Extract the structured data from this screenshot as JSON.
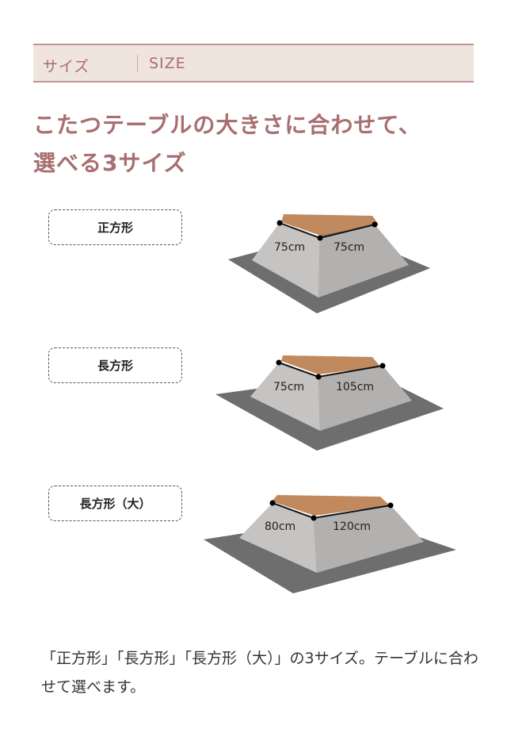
{
  "header": {
    "label_jp": "サイズ",
    "label_en": "SIZE"
  },
  "title": {
    "line1": "こたつテーブルの大きさに合わせて、",
    "line2": "選べる3サイズ"
  },
  "sizes": [
    {
      "name": "正方形",
      "depth": "75cm",
      "width": "75cm"
    },
    {
      "name": "長方形",
      "depth": "75cm",
      "width": "105cm"
    },
    {
      "name": "長方形（大）",
      "depth": "80cm",
      "width": "120cm"
    }
  ],
  "colors": {
    "accent": "#a86e70",
    "header_bg": "#f0e4df",
    "top": "#c0895e",
    "skirt_left": "#c2c0be",
    "skirt_right": "#b0aeac",
    "mat": "#6e6e6e"
  },
  "description": "「正方形」「長方形」「長方形（大）」の3サイズ。テーブルに合わせて選べます。"
}
